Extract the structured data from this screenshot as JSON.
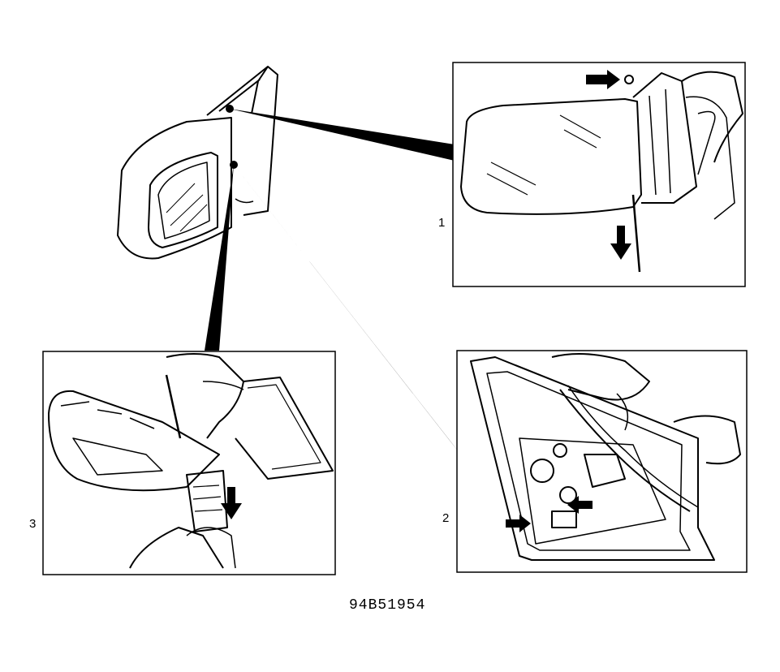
{
  "callouts": [
    {
      "id": "1",
      "label": "1"
    },
    {
      "id": "2",
      "label": "2"
    },
    {
      "id": "3",
      "label": "3"
    }
  ],
  "figure_code": "94B51954"
}
